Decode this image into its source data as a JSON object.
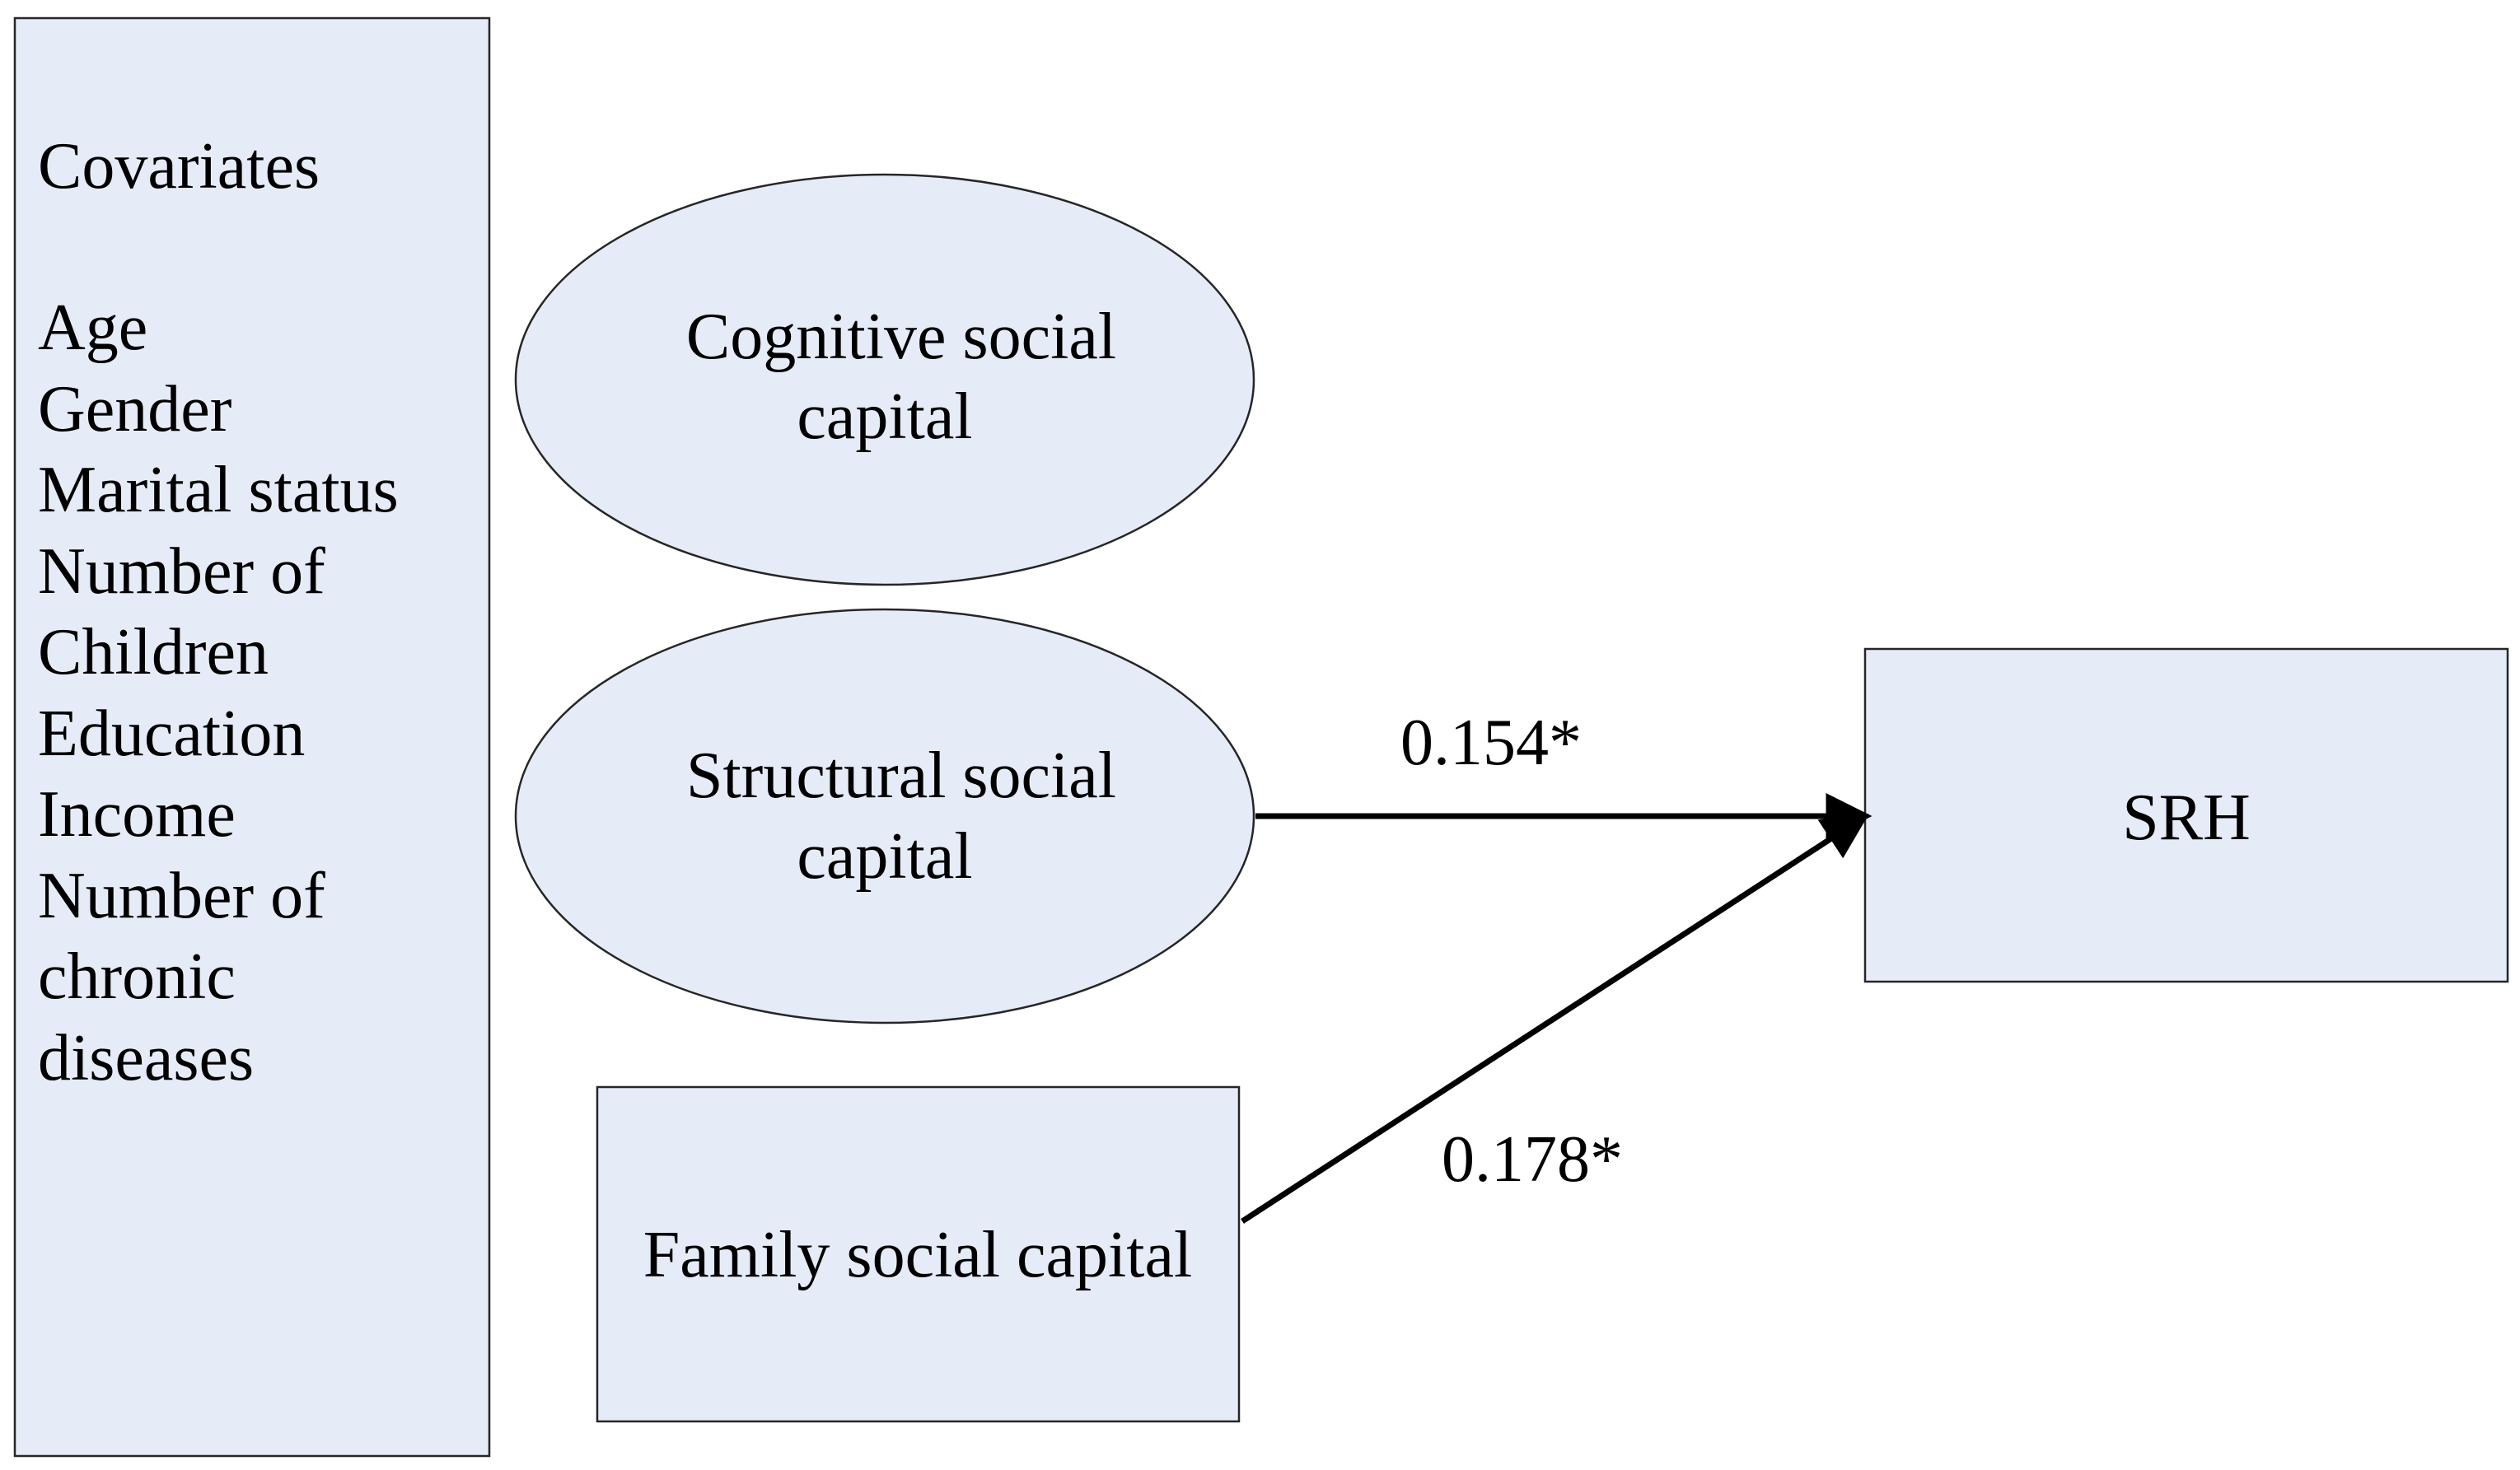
{
  "covariates": {
    "heading": "Covariates",
    "items": [
      "Age",
      "Gender",
      "Marital status",
      "Number of",
      "Children",
      "Education",
      "Income",
      "Number of",
      "chronic",
      "diseases"
    ]
  },
  "nodes": {
    "cognitive": {
      "line1": "Cognitive social",
      "line2": "capital"
    },
    "structural": {
      "line1": "Structural social",
      "line2": "capital"
    },
    "family": {
      "label": "Family social capital"
    },
    "srh": {
      "label": "SRH"
    }
  },
  "paths": {
    "structural_to_srh": "0.154*",
    "family_to_srh": "0.178*"
  },
  "colors": {
    "node_fill": "#e6ecf7",
    "node_stroke": "#262626",
    "arrow": "#000000"
  }
}
